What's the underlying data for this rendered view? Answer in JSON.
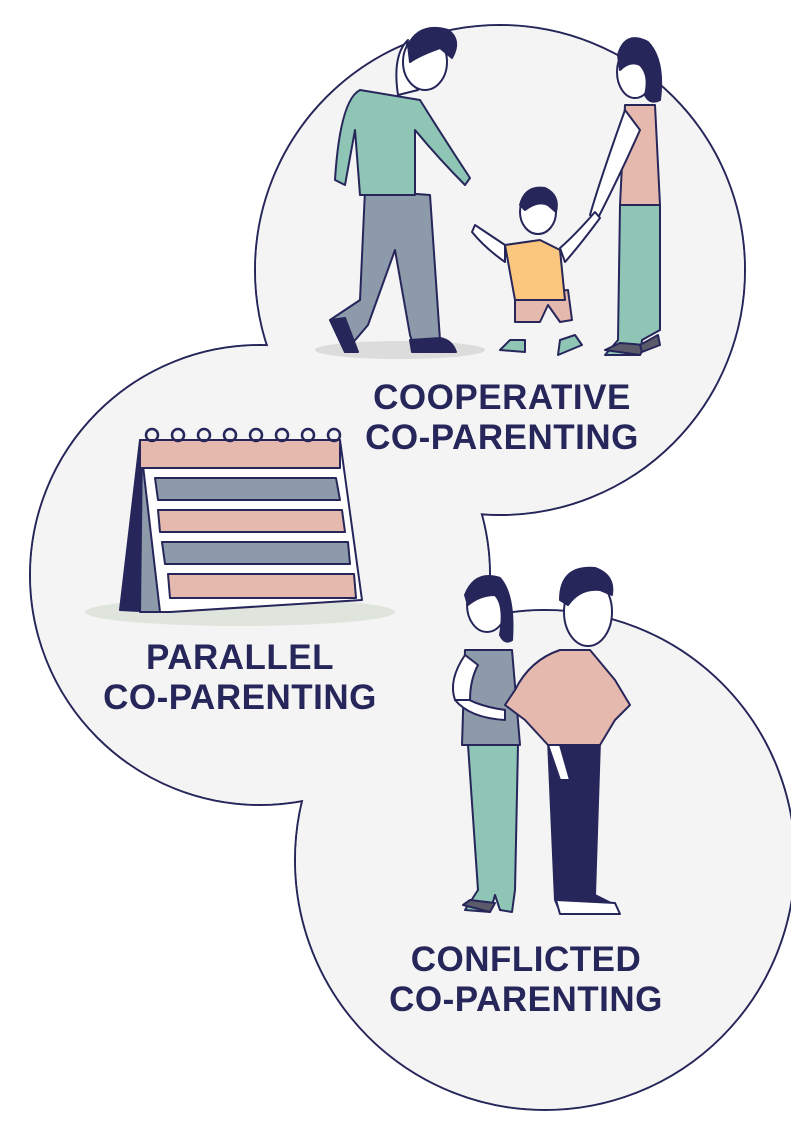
{
  "sections": [
    {
      "id": "cooperative",
      "line1": "COOPERATIVE",
      "line2": "CO-PARENTING"
    },
    {
      "id": "parallel",
      "line1": "PARALLEL",
      "line2": "CO-PARENTING"
    },
    {
      "id": "conflicted",
      "line1": "CONFLICTED",
      "line2": "CO-PARENTING"
    }
  ],
  "colors": {
    "outline": "#26265a",
    "circle_fill": "#f4f4f4",
    "sage": "#8ec5b5",
    "rose": "#e5b9ad",
    "slate": "#8c9aaa",
    "yellow": "#fbc77f",
    "navy": "#26265a"
  },
  "icons": [
    "family-illustration",
    "calendar-icon",
    "arguing-couple-illustration"
  ]
}
